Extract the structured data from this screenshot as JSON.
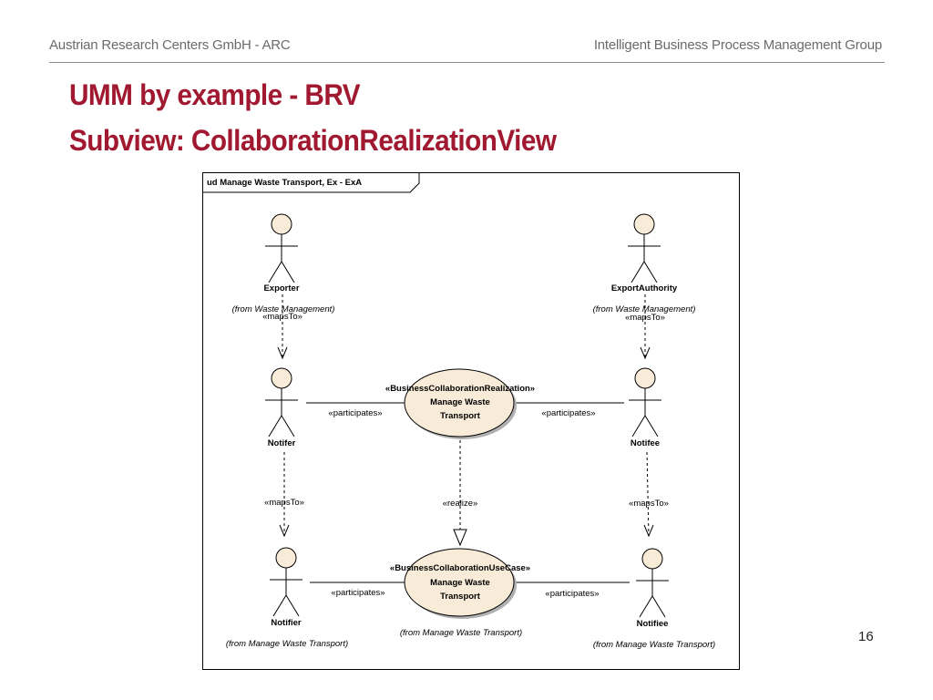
{
  "header": {
    "left_text": "Austrian Research Centers GmbH - ARC",
    "right_text": "Intelligent Business Process Management Group"
  },
  "slide": {
    "title_line1": "UMM by example - BRV",
    "title_line2": "Subview: CollaborationRealizationView",
    "page_number": "16"
  },
  "diagram": {
    "frame_label": "ud Manage Waste Transport, Ex - ExA",
    "actors": {
      "exporter": {
        "name": "Exporter",
        "from": "(from Waste Management)"
      },
      "export_authority": {
        "name": "ExportAuthority",
        "from": "(from Waste Management)"
      },
      "notifer": {
        "name": "Notifer"
      },
      "notifee": {
        "name": "Notifee"
      },
      "notifier": {
        "name": "Notifier",
        "from": "(from Manage Waste Transport)"
      },
      "notifiee": {
        "name": "Notifiee",
        "from": "(from Manage Waste Transport)"
      }
    },
    "realization": {
      "stereotype": "«BusinessCollaborationRealization»",
      "name_line1": "Manage Waste",
      "name_line2": "Transport"
    },
    "use_case": {
      "stereotype": "«BusinessCollaborationUseCase»",
      "name_line1": "Manage Waste",
      "name_line2": "Transport",
      "from": "(from Manage Waste Transport)"
    },
    "labels": {
      "maps_to": "«mapsTo»",
      "participates": "«participates»",
      "realize": "«realize»"
    },
    "colors": {
      "actor_fill": "#f8ecd8",
      "usecase_fill": "#f8ecd8",
      "shadow": "#b0b0b0",
      "title": "#a01931"
    }
  }
}
